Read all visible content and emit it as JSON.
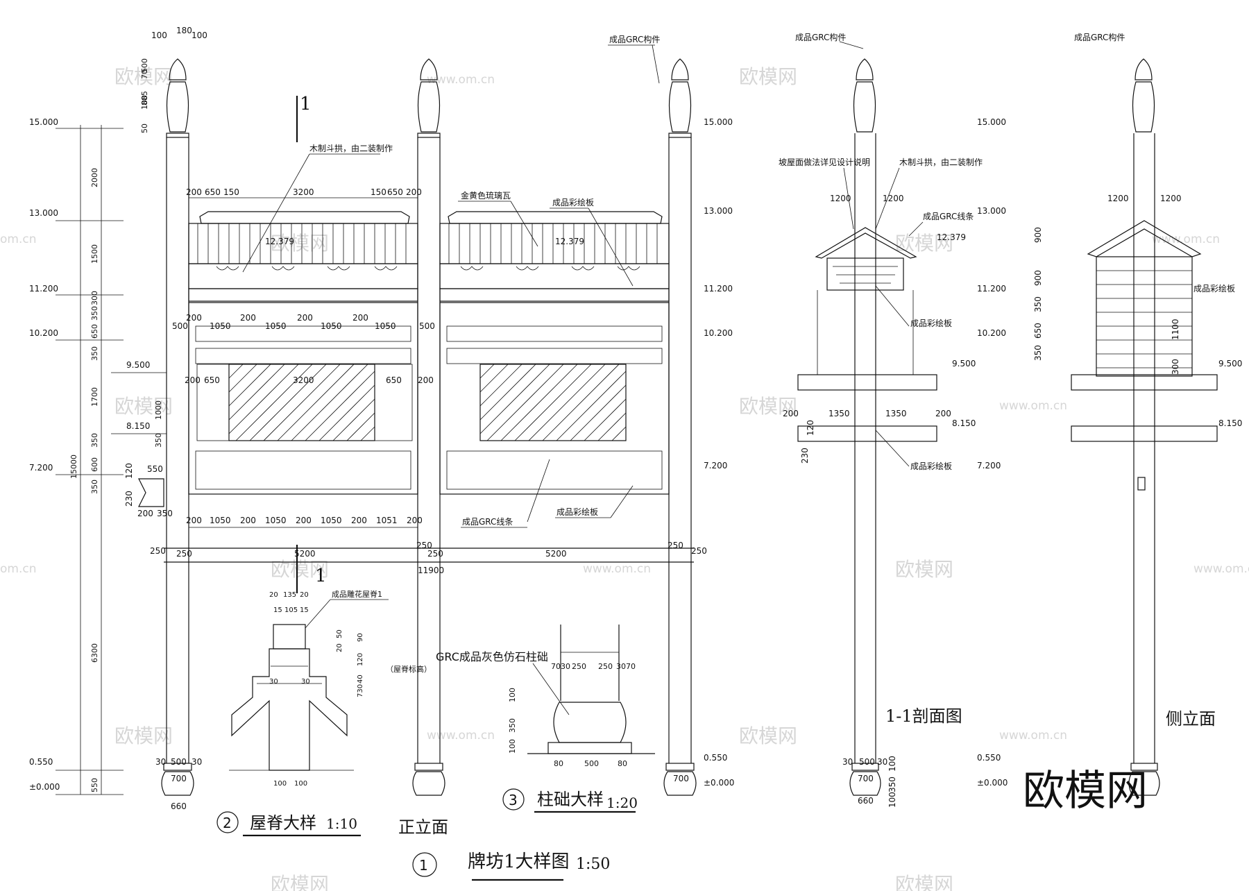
{
  "drawing": {
    "main_title": "牌坊1大样图",
    "main_scale": "1:50",
    "main_number": "1",
    "front_label": "正立面",
    "section_label": "1-1剖面图",
    "side_label": "侧立面",
    "cut_mark": "1",
    "ridge_detail": {
      "number": "2",
      "title": "屋脊大样",
      "scale": "1:10"
    },
    "base_detail": {
      "number": "3",
      "title": "柱础大样",
      "scale": "1:20"
    }
  },
  "elevations_left": [
    "15.000",
    "13.000",
    "11.200",
    "10.200",
    "9.500",
    "8.150",
    "7.200",
    "0.550",
    "±0.000"
  ],
  "elevations_right": [
    "15.000",
    "13.000",
    "11.200",
    "10.200",
    "9.500",
    "8.150",
    "7.200",
    "0.550",
    "±0.000"
  ],
  "elev_tag_1237": "12.379",
  "dims": {
    "left_chain": [
      "100",
      "50",
      "885",
      "70",
      "500",
      "2000",
      "1500",
      "300",
      "350",
      "650",
      "350",
      "1700",
      "1000",
      "350",
      "350",
      "600",
      "350",
      "6300",
      "550"
    ],
    "total_height": "15000",
    "top_pillar": [
      "100",
      "180",
      "100"
    ],
    "roof_top": [
      "200",
      "650",
      "150",
      "3200",
      "150",
      "650",
      "200"
    ],
    "panel_top": [
      "500",
      "200",
      "1050",
      "200",
      "1050",
      "200",
      "1050",
      "200",
      "1050",
      "500"
    ],
    "panel_mid": [
      "200",
      "650",
      "3200",
      "650",
      "200"
    ],
    "panel_bottom": [
      "200",
      "1050",
      "200",
      "1050",
      "200",
      "1050",
      "200",
      "1051",
      "200"
    ],
    "overall": [
      "250",
      "250",
      "5200",
      "250",
      "250",
      "5200",
      "250",
      "250"
    ],
    "total_width": "11900",
    "bracket": [
      "550",
      "120",
      "230",
      "200",
      "350"
    ],
    "base_left": [
      "30",
      "500",
      "30",
      "700",
      "660"
    ],
    "base_right": [
      "700"
    ],
    "section_roof": [
      "1200",
      "1200"
    ],
    "section_base": [
      "200",
      "1350",
      "1350",
      "200"
    ],
    "section_small": [
      "120",
      "230"
    ],
    "section_foot": [
      "30",
      "500",
      "30",
      "700",
      "660",
      "100",
      "350",
      "100"
    ],
    "side_roof": [
      "1200",
      "1200"
    ],
    "side_chain": [
      "900",
      "900",
      "350",
      "650",
      "350",
      "1100",
      "300"
    ],
    "ridge": [
      "20",
      "135",
      "20",
      "15",
      "105",
      "15",
      "50",
      "90",
      "20",
      "120",
      "40",
      "730",
      "30",
      "30",
      "100",
      "100"
    ],
    "base_col": [
      "70",
      "30",
      "250",
      "250",
      "30",
      "70",
      "100",
      "350",
      "100",
      "80",
      "500",
      "80"
    ]
  },
  "notes": {
    "wood_bracket": "木制斗拱，由二装制作",
    "glazed_tile": "金黄色琉璃瓦",
    "painted_board": "成品彩绘板",
    "grc_member": "成品GRC构件",
    "grc_strip": "成品GRC线条",
    "roof_note": "坡屋面做法详见设计说明",
    "ridge_carved": "成品雕花屋脊1",
    "ridge_height": "（屋脊标高）",
    "grc_base": "GRC成品灰色仿石柱础"
  },
  "watermarks": {
    "brand": "欧模网",
    "site": "www.om.cn",
    "site_short": "om.cn"
  },
  "colors": {
    "ink": "#111111",
    "watermark": "#cfcfcf"
  }
}
